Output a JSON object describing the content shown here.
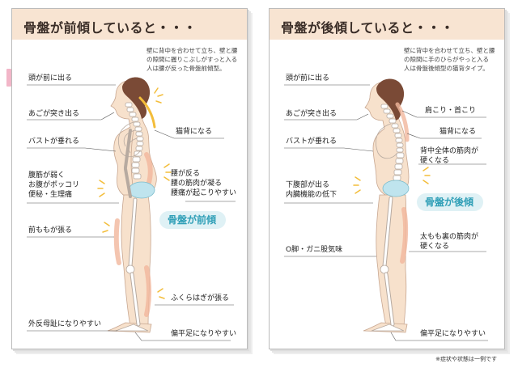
{
  "tab_colors": {
    "left_tab": "#f2b6c8",
    "mid_tab_a": "#b9e2ec",
    "mid_tab_b": "#f6d9a8",
    "right_tab_a": "#f2b6c8",
    "right_tab_b": "#b9e2ec"
  },
  "colors": {
    "header_bg": "#f8e4d2",
    "skin": "#f7e1cc",
    "hair": "#7a4a36",
    "spine": "#ffffff",
    "bone_outline": "#b7aaa0",
    "muscle_highlight": "#f1b79c",
    "pelvis_highlight": "#bfe4ee",
    "badge_text": "#2f9fb7",
    "spark": "#f3bd3a"
  },
  "left": {
    "title": "骨盤が前傾していると・・・",
    "note": "壁に背中を合わせて立ち、壁と腰\nの隙間に握りこぶしがすっと入る\n人は腰が反った骨盤前傾型。",
    "labels": {
      "head": "頭が前に出る",
      "chin": "あごが突き出る",
      "bust": "バストが垂れる",
      "cat_back": "猫背になる",
      "abs": "腹筋が弱く\nお腹がポッコリ\n便秘・生理痛",
      "waist": "腰が反る\n腰の筋肉が凝る\n腰痛が起こりやすい",
      "thigh": "前ももが張る",
      "calf": "ふくらはぎが張る",
      "hallux": "外反母趾になりやすい",
      "flatfoot": "偏平足になりやすい"
    },
    "badge": "骨盤が前傾"
  },
  "right": {
    "title": "骨盤が後傾していると・・・",
    "note": "壁に背中を合わせて立ち、壁と腰\nの隙間に手のひらがやっと入る\n人は骨盤後傾型の猫背タイプ。",
    "labels": {
      "head": "頭が前に出る",
      "chin": "あごが突き出る",
      "bust": "バストが垂れる",
      "shoulder": "肩こり・首こり",
      "cat_back": "猫背になる",
      "back_muscle": "背中全体の筋肉が\n硬くなる",
      "lower_abdomen": "下腹部が出る\n内臓機能の低下",
      "legs": "O脚・ガニ股気味",
      "hamstring": "太もも裏の筋肉が\n硬くなる",
      "flatfoot": "偏平足になりやすい"
    },
    "badge": "骨盤が後傾"
  },
  "footnote": "※症状や状態は一例です"
}
